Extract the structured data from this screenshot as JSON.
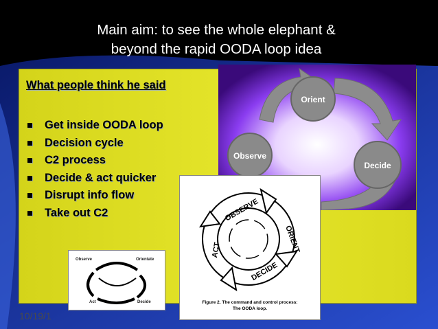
{
  "slide": {
    "title_line1": "Main aim: to see the whole elephant &",
    "title_line2": "beyond the rapid OODA loop idea",
    "heading": "What people think he said",
    "bullets": [
      "Get inside OODA loop",
      "Decision cycle",
      "C2 process",
      "Decide & act quicker",
      "Disrupt info flow",
      "Take out C2"
    ],
    "footer_date": "10/19/1"
  },
  "images": {
    "ooda_loop_purple": {
      "labels": [
        "Orient",
        "Observe",
        "Decide"
      ]
    },
    "ooda_loop_figure": {
      "labels": [
        "OBSERVE",
        "ORIENT",
        "DECIDE",
        "ACT"
      ],
      "caption_line1": "Figure 2. The command and control process:",
      "caption_line2": "The OODA loop."
    },
    "ooda_loop_small": {
      "labels": [
        "Observe",
        "Orientate",
        "Act",
        "Decide"
      ]
    }
  },
  "colors": {
    "background": "#000000",
    "panel": "#e0e024",
    "accent": "#1a3aa0",
    "loop": "#8c8c8c"
  }
}
